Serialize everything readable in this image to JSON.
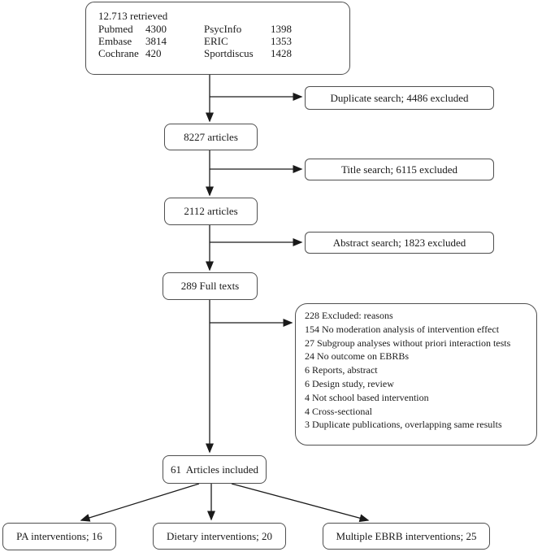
{
  "colors": {
    "box_border": "#4f4f4f",
    "connector": "#1a1a1a",
    "text": "#1a1a1a",
    "background": "#ffffff"
  },
  "top_box": {
    "title": "12.713 retrieved",
    "rows": [
      {
        "name_left": "Pubmed",
        "count_left": "4300",
        "name_right": "PsycInfo",
        "count_right": "1398"
      },
      {
        "name_left": "Embase",
        "count_left": "3814",
        "name_right": "ERIC",
        "count_right": "1353"
      },
      {
        "name_left": "Cochrane",
        "count_left": "420",
        "name_right": "Sportdiscus",
        "count_right": "1428"
      }
    ]
  },
  "stages": [
    {
      "label": "8227 articles"
    },
    {
      "label": "2112 articles"
    },
    {
      "label": "289 Full texts"
    },
    {
      "label": "61  Articles included"
    }
  ],
  "exclusions": [
    {
      "label": "Duplicate search; 4486 excluded"
    },
    {
      "label": "Title search; 6115 excluded"
    },
    {
      "label": "Abstract search; 1823 excluded"
    }
  ],
  "reasons_box": {
    "lines": [
      "228 Excluded: reasons",
      "154 No moderation analysis of intervention effect",
      "27 Subgroup analyses without priori interaction tests",
      "24 No outcome on EBRBs",
      "6 Reports, abstract",
      "6 Design study, review",
      "4 Not school based intervention",
      "4 Cross-sectional",
      "3 Duplicate publications, overlapping same results"
    ]
  },
  "outcomes": [
    {
      "label": "PA interventions; 16"
    },
    {
      "label": "Dietary interventions; 20"
    },
    {
      "label": "Multiple EBRB interventions; 25"
    }
  ]
}
